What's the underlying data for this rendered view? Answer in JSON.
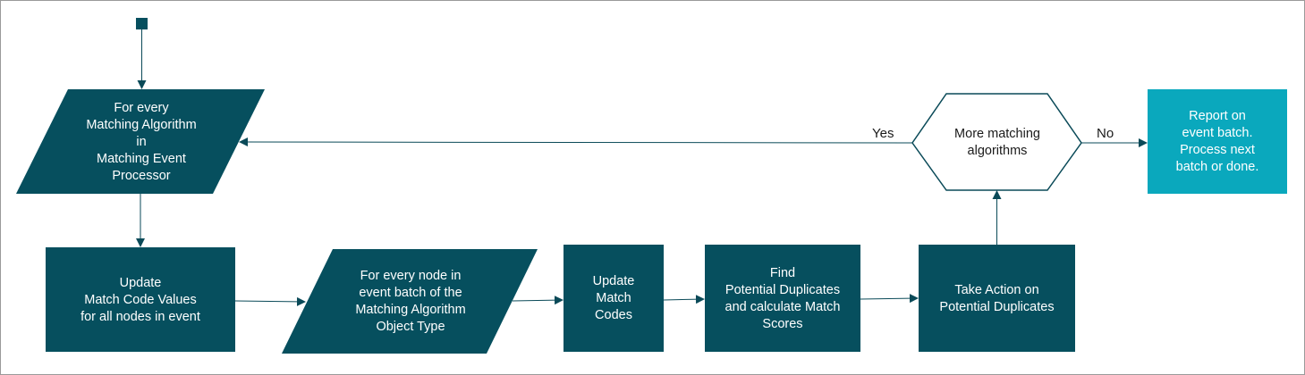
{
  "colors": {
    "process_fill": "#064f5e",
    "terminal_fill": "#0aa8bd",
    "decision_stroke": "#0a4a58",
    "edge": "#0a4a58"
  },
  "nodes": {
    "loop_algorithm": "For every\nMatching Algorithm\nin\nMatching Event\nProcessor",
    "update_match_code_values": "Update\nMatch Code Values\nfor all nodes in event",
    "loop_nodes": "For every node in\nevent batch of the\nMatching Algorithm\nObject Type",
    "update_match_codes": "Update\nMatch\nCodes",
    "find_duplicates": "Find\nPotential Duplicates\nand calculate Match\nScores",
    "take_action": "Take Action on\nPotential Duplicates",
    "decision_more": "More matching\nalgorithms",
    "report": "Report on\nevent batch.\nProcess next\nbatch or done."
  },
  "edges": {
    "yes_label": "Yes",
    "no_label": "No"
  }
}
